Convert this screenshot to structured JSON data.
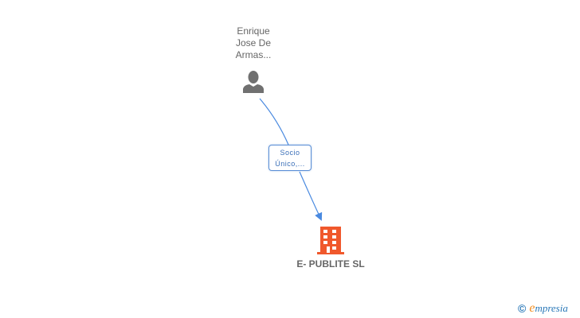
{
  "nodes": {
    "person": {
      "name_lines": [
        "Enrique",
        "Jose De",
        "Armas..."
      ],
      "icon": "person-icon",
      "color": "#707070"
    },
    "company": {
      "name": "E- PUBLITE SL",
      "icon": "building-icon",
      "color": "#f0582c"
    }
  },
  "edges": [
    {
      "from": "person",
      "to": "company",
      "label_lines": [
        "Socio",
        "Único,..."
      ],
      "color": "#4a8ae0"
    }
  ],
  "footer": {
    "copyright_symbol": "©",
    "brand_initial": "e",
    "brand_rest": "mpresia"
  }
}
